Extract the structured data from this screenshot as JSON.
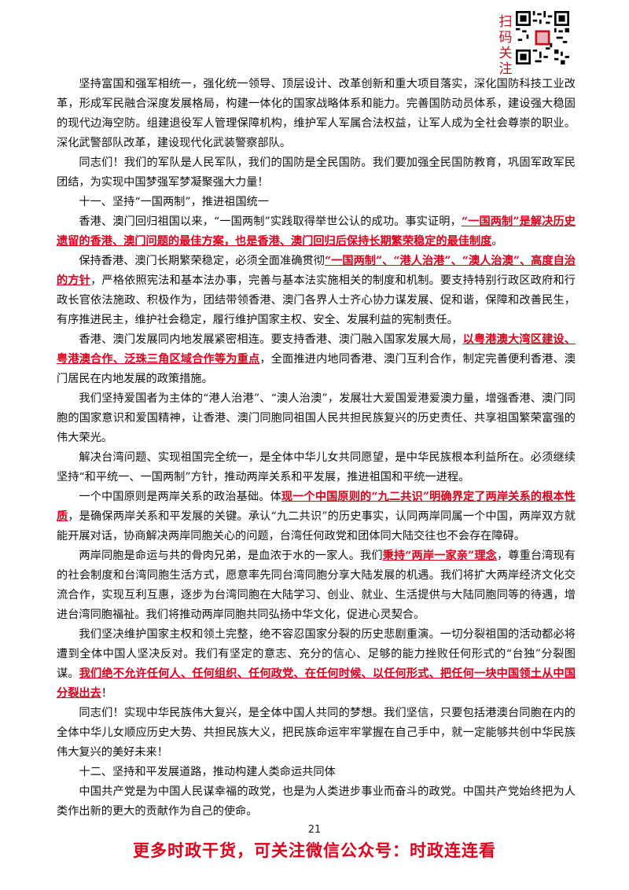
{
  "header": {
    "qr_label": "扫码关注",
    "qr_icon": "qr-code-icon"
  },
  "paragraphs": [
    {
      "segments": [
        {
          "t": "坚持富国和强军相统一，强化统一领导、顶层设计、改革创新和重大项目落实，深化国防科技工业改革，形成军民融合深度发展格局，构建一体化的国家战略体系和能力。完善国防动员体系，建设强大稳固的现代边海空防。组建退役军人管理保障机构，维护军人军属合法权益，让军人成为全社会尊崇的职业。深化武警部队改革，建设现代化武装警察部队。"
        }
      ]
    },
    {
      "segments": [
        {
          "t": "同志们！我们的军队是人民军队，我们的国防是全民国防。我们要加强全民国防教育，巩固军政军民团结，为实现中国梦强军梦凝聚强大力量！"
        }
      ]
    },
    {
      "segments": [
        {
          "t": "十一、坚持“一国两制”，推进祖国统一"
        }
      ]
    },
    {
      "segments": [
        {
          "t": "香港、澳门回归祖国以来，“一国两制”实践取得举世公认的成功。事实证明，"
        },
        {
          "t": "“一国两制”是解决历史遗留的香港、澳门问题的最佳方案，也是香港、澳门回归后保持长期繁荣稳定的最佳制度",
          "hl": true
        },
        {
          "t": "。"
        }
      ]
    },
    {
      "segments": [
        {
          "t": "保持香港、澳门长期繁荣稳定，必须全面准确贯彻"
        },
        {
          "t": "“一国两制”、“港人治港”、“澳人治澳”、高度自治的方针",
          "hl": true
        },
        {
          "t": "，严格依照宪法和基本法办事，完善与基本法实施相关的制度和机制。要支持特别行政区政府和行政长官依法施政、积极作为，团结带领香港、澳门各界人士齐心协力谋发展、促和谐，保障和改善民生，有序推进民主，维护社会稳定，履行维护国家主权、安全、发展利益的宪制责任。"
        }
      ]
    },
    {
      "segments": [
        {
          "t": "香港、澳门发展同内地发展紧密相连。要支持香港、澳门融入国家发展大局，"
        },
        {
          "t": "以粤港澳大湾区建设、粤港澳合作、泛珠三角区域合作等为重点",
          "hl": true
        },
        {
          "t": "，全面推进内地同香港、澳门互利合作，制定完善便利香港、澳门居民在内地发展的政策措施。"
        }
      ]
    },
    {
      "segments": [
        {
          "t": "我们坚持爱国者为主体的“港人治港”、“澳人治澳”，发展壮大爱国爱港爱澳力量，增强香港、澳门同胞的国家意识和爱国精神，让香港、澳门同胞同祖国人民共担民族复兴的历史责任、共享祖国繁荣富强的伟大荣光。"
        }
      ]
    },
    {
      "segments": [
        {
          "t": "解决台湾问题、实现祖国完全统一，是全体中华儿女共同愿望，是中华民族根本利益所在。必须继续坚持“和平统一、一国两制”方针，推动两岸关系和平发展，推进祖国和平统一进程。"
        }
      ]
    },
    {
      "segments": [
        {
          "t": "一个中国原则是两岸关系的政治基础。体"
        },
        {
          "t": "现一个中国原则的“九二共识”明确界定了两岸关系的根本性质",
          "hl": true
        },
        {
          "t": "，是确保两岸关系和平发展的关键。承认“九二共识”的历史事实，认同两岸同属一个中国，两岸双方就能开展对话，协商解决两岸同胞关心的问题，台湾任何政党和团体同大陆交往也不会存在障碍。"
        }
      ]
    },
    {
      "segments": [
        {
          "t": "两岸同胞是命运与共的骨肉兄弟，是血浓于水的一家人。我们"
        },
        {
          "t": "秉持“两岸一家亲”理念",
          "hl": true
        },
        {
          "t": "，尊重台湾现有的社会制度和台湾同胞生活方式，愿意率先同台湾同胞分享大陆发展的机遇。我们将扩大两岸经济文化交流合作，实现互利互惠，逐步为台湾同胞在大陆学习、创业、就业、生活提供与大陆同胞同等的待遇，增进台湾同胞福祉。我们将推动两岸同胞共同弘扬中华文化，促进心灵契合。"
        }
      ]
    },
    {
      "segments": [
        {
          "t": "我们坚决维护国家主权和领土完整，绝不容忍国家分裂的历史悲剧重演。一切分裂祖国的活动都必将遭到全体中国人坚决反对。我们有坚定的意志、充分的信心、足够的能力挫败任何形式的“台独”分裂图谋。"
        },
        {
          "t": "我们绝不允许任何人、任何组织、任何政党、在任何时候、以任何形式、把任何一块中国领土从中国分裂出去",
          "hl": true
        },
        {
          "t": "！"
        }
      ],
      "no_indent_last": true
    },
    {
      "segments": [
        {
          "t": "同志们！实现中华民族伟大复兴，是全体中国人共同的梦想。我们坚信，只要包括港澳台同胞在内的全体中华儿女顺应历史大势、共担民族大义，把民族命运牢牢掌握在自己手中，就一定能够共创中华民族伟大复兴的美好未来！"
        }
      ]
    },
    {
      "segments": [
        {
          "t": "十二、坚持和平发展道路，推动构建人类命运共同体"
        }
      ]
    },
    {
      "segments": [
        {
          "t": "中国共产党是为中国人民谋幸福的政党，也是为人类进步事业而奋斗的政党。中国共产党始终把为人类作出新的更大的贡献作为自己的使命。"
        }
      ]
    }
  ],
  "page_number": "21",
  "footer": "更多时政干货，可关注微信公众号：时政连连看",
  "colors": {
    "highlight": "#e0001b",
    "text": "#111111"
  }
}
